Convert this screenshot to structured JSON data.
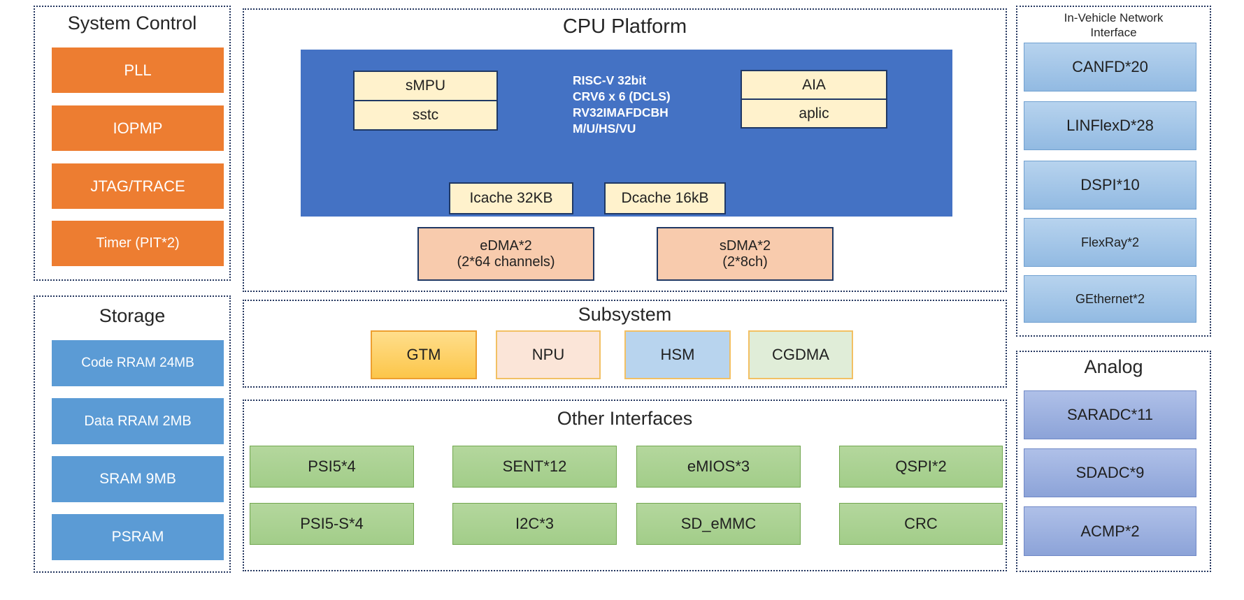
{
  "colors": {
    "section_border": "#24365F",
    "system_control_block": "#ED7D31",
    "storage_block": "#5B9BD5",
    "cpu_core_bg": "#4472C4",
    "cream_box": "#FFF2CC",
    "cream_box_border": "#1F3864",
    "dma_box": "#F8CBAD",
    "gtm_block": "#FCC64A",
    "npu_block": "#FBE5D8",
    "hsm_block": "#B8D4EE",
    "cgdma_block": "#E0EDD8",
    "subsystem_border": "#F2C063",
    "green_block": "#A9D18E",
    "green_border": "#70AD47",
    "network_block": "#9DC3E6",
    "analog_block": "#8FAADC"
  },
  "system_control": {
    "title": "System Control",
    "items": [
      {
        "label": "PLL"
      },
      {
        "label": "IOPMP"
      },
      {
        "label": "JTAG/TRACE"
      },
      {
        "label": "Timer (PIT*2)"
      }
    ]
  },
  "storage": {
    "title": "Storage",
    "items": [
      {
        "label": "Code RRAM 24MB"
      },
      {
        "label": "Data RRAM 2MB"
      },
      {
        "label": "SRAM 9MB"
      },
      {
        "label": "PSRAM"
      }
    ]
  },
  "cpu_platform": {
    "title": "CPU Platform",
    "core_info_lines": [
      "RISC-V 32bit",
      "CRV6 x 6 (DCLS)",
      "RV32IMAFDCBH",
      "M/U/HS/VU"
    ],
    "mpu_stack": [
      {
        "label": "sMPU"
      },
      {
        "label": "sstc"
      }
    ],
    "interrupt_stack": [
      {
        "label": "AIA"
      },
      {
        "label": "aplic"
      }
    ],
    "caches": [
      {
        "label": "Icache 32KB"
      },
      {
        "label": "Dcache 16kB"
      }
    ],
    "dma": [
      {
        "line1": "eDMA*2",
        "line2": "(2*64 channels)"
      },
      {
        "line1": "sDMA*2",
        "line2": "(2*8ch)"
      }
    ]
  },
  "subsystem": {
    "title": "Subsystem",
    "items": [
      {
        "label": "GTM"
      },
      {
        "label": "NPU"
      },
      {
        "label": "HSM"
      },
      {
        "label": "CGDMA"
      }
    ]
  },
  "other_interfaces": {
    "title": "Other Interfaces",
    "row1": [
      {
        "label": "PSI5*4"
      },
      {
        "label": "SENT*12"
      },
      {
        "label": "eMIOS*3"
      },
      {
        "label": "QSPI*2"
      }
    ],
    "row2": [
      {
        "label": "PSI5-S*4"
      },
      {
        "label": "I2C*3"
      },
      {
        "label": "SD_eMMC"
      },
      {
        "label": "CRC"
      }
    ]
  },
  "in_vehicle_network": {
    "title_line1": "In-Vehicle Network",
    "title_line2": "Interface",
    "items": [
      {
        "label": "CANFD*20"
      },
      {
        "label": "LINFlexD*28"
      },
      {
        "label": "DSPI*10"
      },
      {
        "label": "FlexRay*2"
      },
      {
        "label": "GEthernet*2"
      }
    ]
  },
  "analog": {
    "title": "Analog",
    "items": [
      {
        "label": "SARADC*11"
      },
      {
        "label": "SDADC*9"
      },
      {
        "label": "ACMP*2"
      }
    ]
  }
}
